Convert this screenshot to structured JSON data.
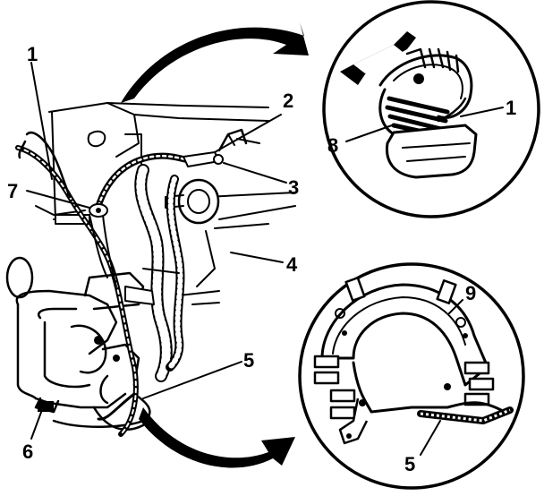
{
  "figure": {
    "callouts": [
      {
        "id": "c1-left",
        "label": "1"
      },
      {
        "id": "c2",
        "label": "2"
      },
      {
        "id": "c3",
        "label": "3"
      },
      {
        "id": "c4",
        "label": "4"
      },
      {
        "id": "c5-main",
        "label": "5"
      },
      {
        "id": "c6",
        "label": "6"
      },
      {
        "id": "c7",
        "label": "7"
      },
      {
        "id": "c8",
        "label": "8"
      },
      {
        "id": "c1-inset",
        "label": "1"
      },
      {
        "id": "c9",
        "label": "9"
      },
      {
        "id": "c5-inset",
        "label": "5"
      }
    ]
  }
}
